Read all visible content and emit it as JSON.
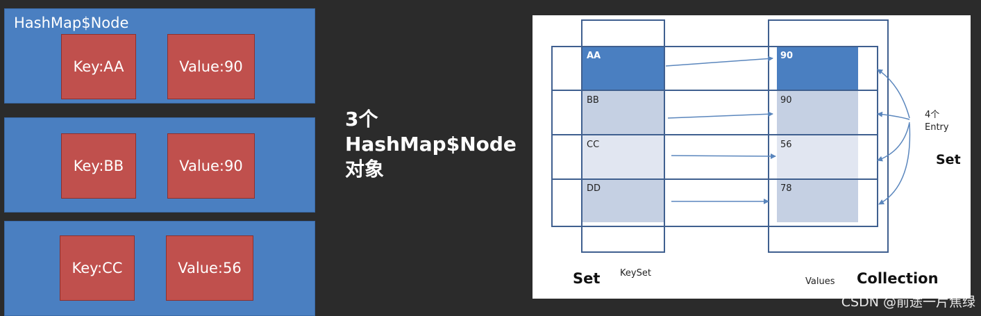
{
  "nodes": [
    {
      "title": "HashMap$Node",
      "key": "Key:AA",
      "value": "Value:90"
    },
    {
      "title": "",
      "key": "Key:BB",
      "value": "Value:90"
    },
    {
      "title": "",
      "key": "Key:CC",
      "value": "Value:56"
    }
  ],
  "caption": {
    "line1": "3个",
    "line2": "HashMap$Node",
    "line3": "对象"
  },
  "diagram": {
    "rows": [
      {
        "key": "AA",
        "value": "90"
      },
      {
        "key": "BB",
        "value": "90"
      },
      {
        "key": "CC",
        "value": "56"
      },
      {
        "key": "DD",
        "value": "78"
      }
    ],
    "entry_line1": "4个",
    "entry_line2": "Entry",
    "set_right": "Set",
    "set_bottom": "Set",
    "keyset": "KeySet",
    "values": "Values",
    "collection": "Collection",
    "colors": {
      "frame": "#3f5f8f",
      "highlight": "#4a7fc1",
      "row_fill_dark": "#c5d0e3",
      "row_fill_light": "#e1e6f1",
      "arrow": "#5a86bd"
    }
  },
  "watermark": "CSDN @前途一片焦绿"
}
